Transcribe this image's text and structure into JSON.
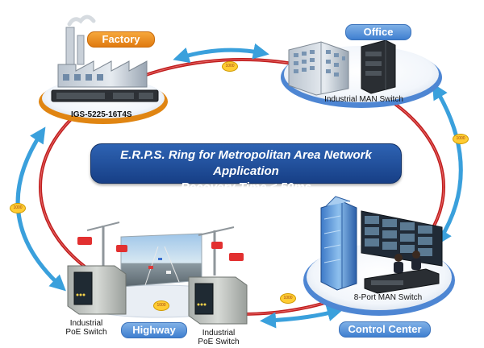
{
  "nodes": {
    "factory": {
      "label": "Factory",
      "switch_model": "IGS-5225-16T4S"
    },
    "office": {
      "label": "Office",
      "switch_caption": "Industrial MAN Switch"
    },
    "control_center": {
      "label": "Control Center",
      "switch_caption": "8-Port MAN Switch"
    },
    "highway": {
      "label": "Highway",
      "left_switch_caption": "Industrial\nPoE Switch",
      "right_switch_caption": "Industrial\nPoE Switch"
    }
  },
  "banner": {
    "line1": "E.R.P.S. Ring for Metropolitan Area Network Application",
    "line2": "Recovery Time < 50ms"
  },
  "link_badges": [
    "1000",
    "1000",
    "1000",
    "1000",
    "1000"
  ],
  "colors": {
    "ring": "#d12a2a",
    "ring_node_orange": "#f39a1e",
    "ring_node_blue": "#5a8fd8",
    "arrow": "#3aa0dc",
    "banner": "#1f4f9e"
  }
}
